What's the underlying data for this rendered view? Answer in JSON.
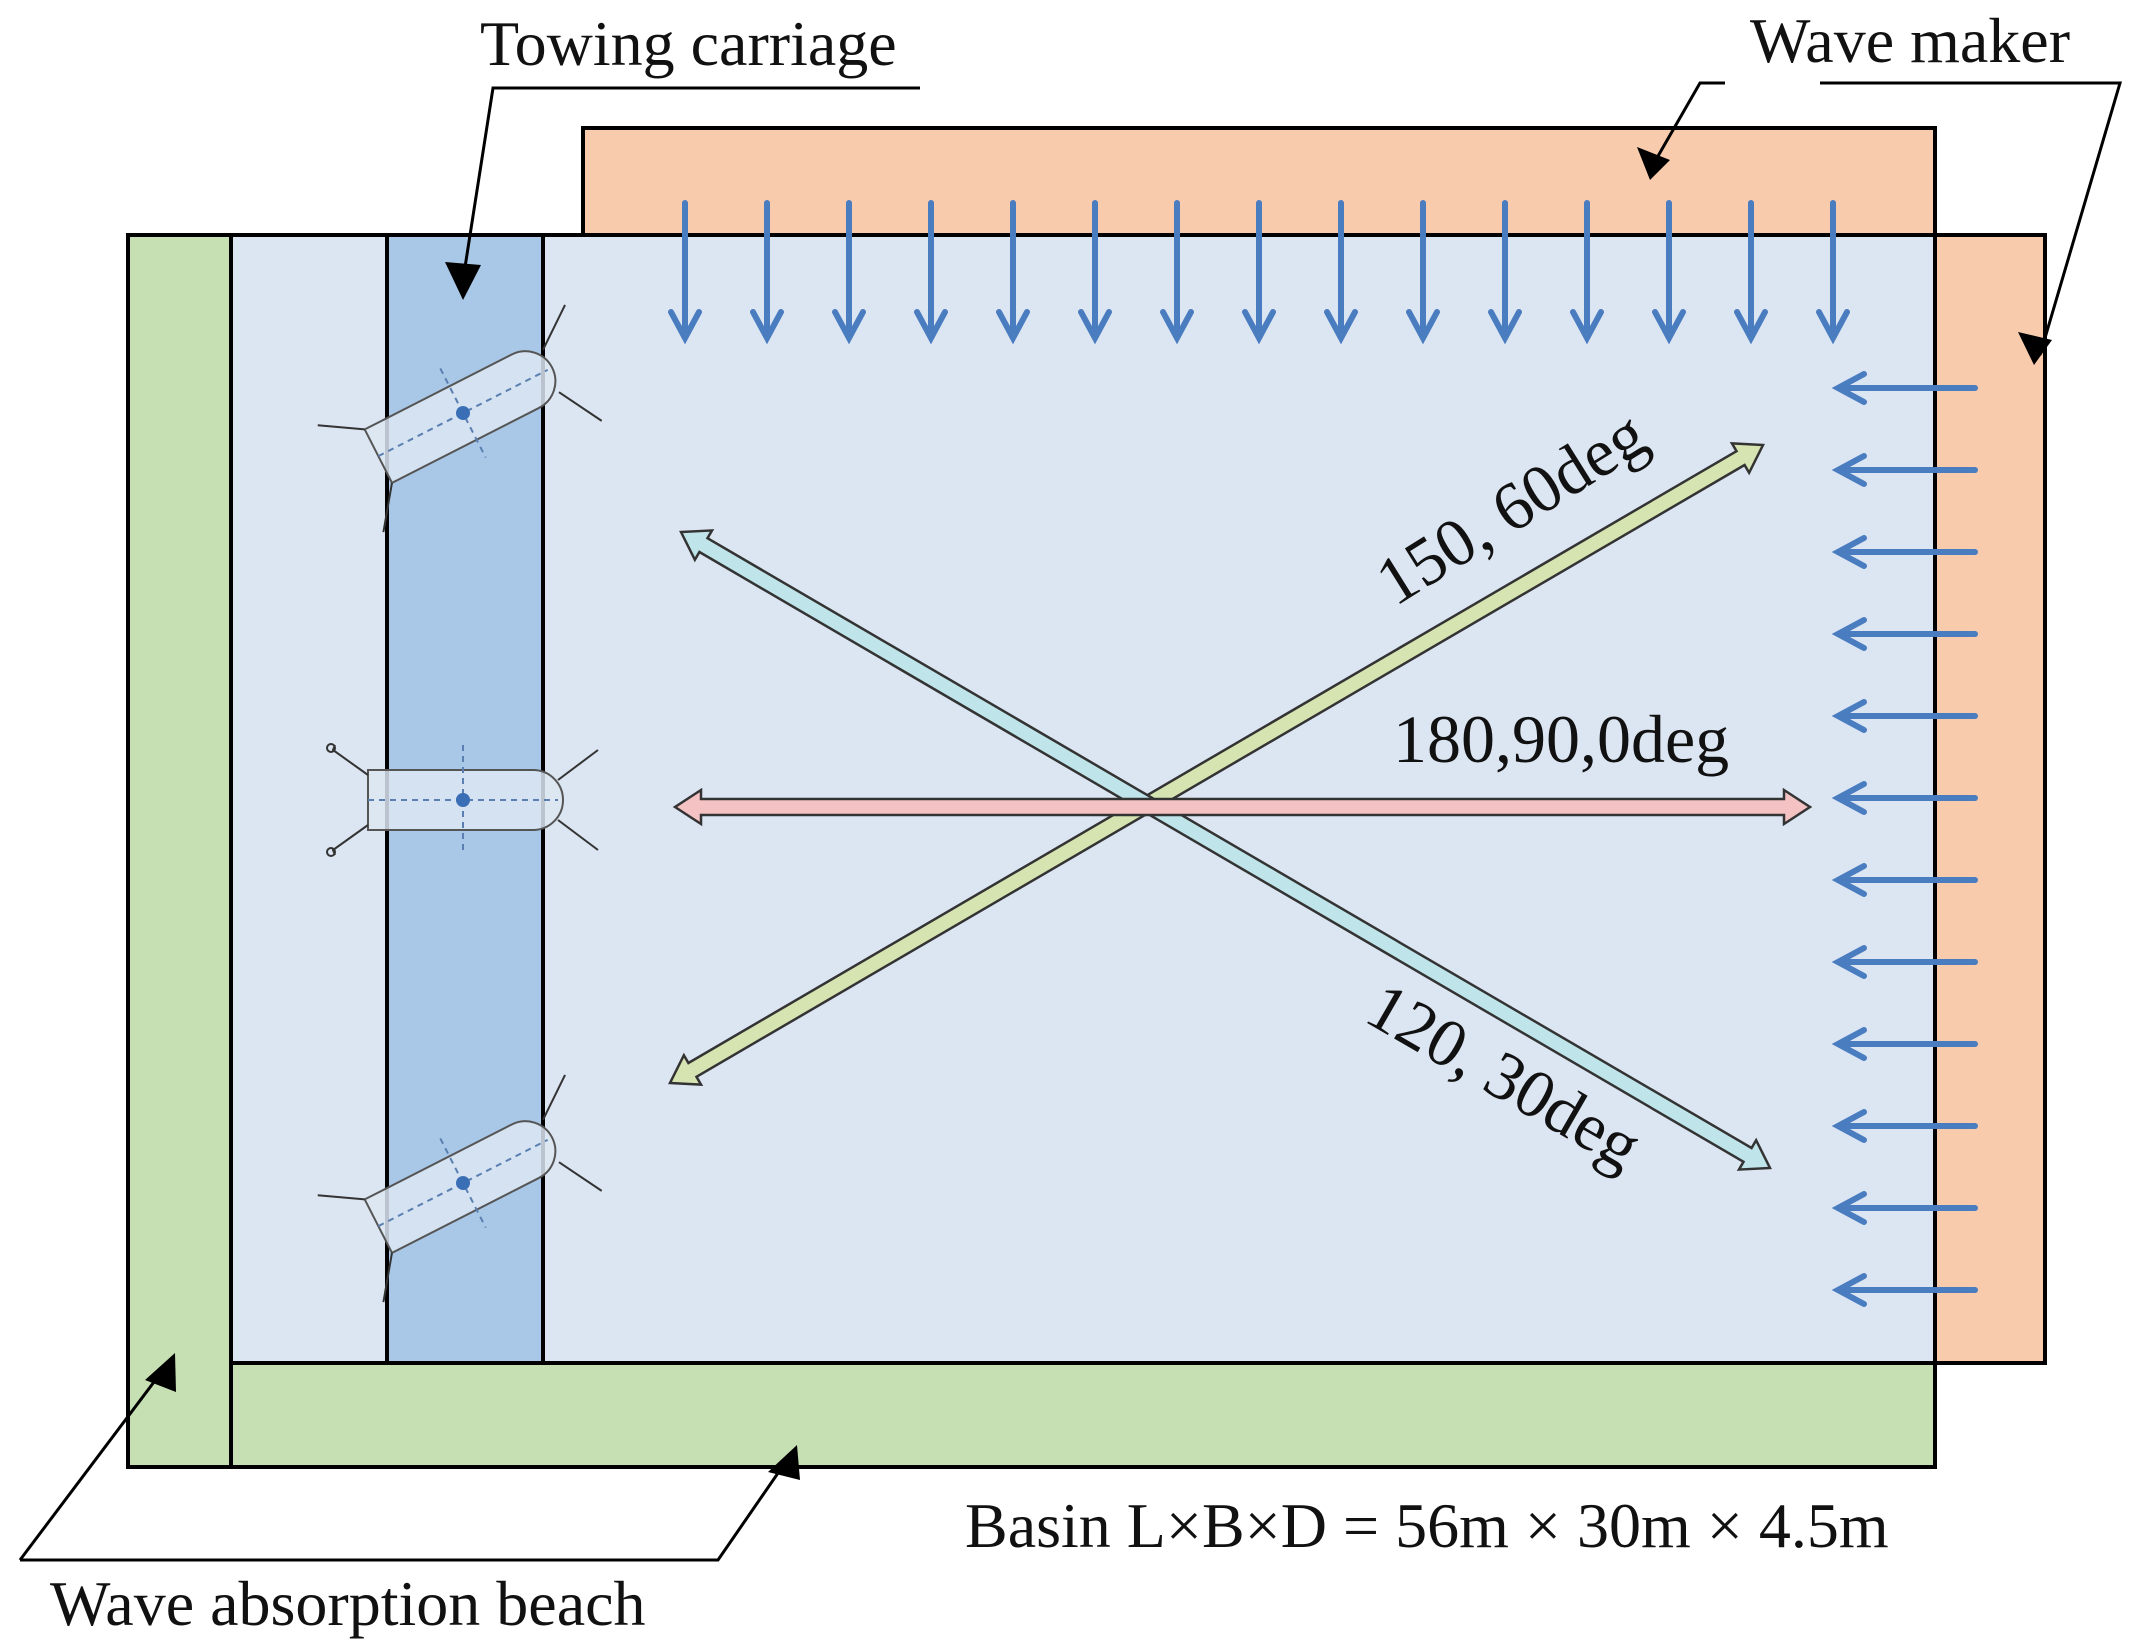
{
  "labels": {
    "towing_carriage": "Towing carriage",
    "wave_maker": "Wave maker",
    "wave_absorption_beach": "Wave absorption beach",
    "basin_dimensions": "Basin L×B×D = 56m × 30m × 4.5m"
  },
  "wave_directions": {
    "dir_150_60": "150, 60deg",
    "dir_180_90_0": "180,90,0deg",
    "dir_120_30": "120, 30deg"
  },
  "colors": {
    "basin_water": "#dce6f2",
    "towing_carriage": "#a9c8e8",
    "wave_maker": "#f8cbad",
    "absorption_beach": "#c6e0b4",
    "wave_arrow": "#4a7cc0",
    "arrow_180_90_0": "#f4c2c2",
    "arrow_150_60": "#d6e4b2",
    "arrow_120_30": "#bfe4ea"
  },
  "icons": {
    "wave_arrow": "arrow-down-icon / arrow-left-icon",
    "vessel": "moored-vessel-icon"
  }
}
